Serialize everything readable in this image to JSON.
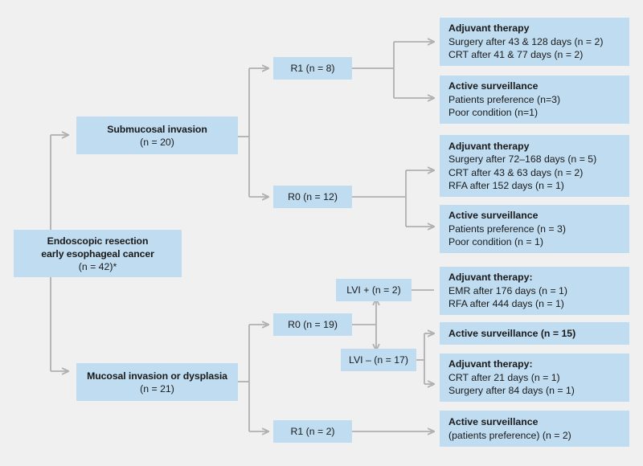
{
  "figure": {
    "type": "flowchart",
    "background_color": "#f0f0f0",
    "node_fill": "#bfdcf0",
    "edge_color": "#b0b0b0"
  },
  "root": {
    "line1": "Endoscopic resection",
    "line2": "early esophageal cancer",
    "line3": "(n = 42)*"
  },
  "branches": {
    "submucosal": {
      "title": "Submucosal invasion",
      "count": "(n = 20)"
    },
    "mucosal": {
      "title": "Mucosal invasion or dysplasia",
      "count": "(n = 21)"
    }
  },
  "resection_nodes": {
    "sm_r1": "R1 (n = 8)",
    "sm_r0": "R0 (n = 12)",
    "mu_r0": "R0 (n = 19)",
    "mu_r1": "R1 (n = 2)"
  },
  "lvi_nodes": {
    "lvi_pos": "LVI + (n = 2)",
    "lvi_neg": "LVI – (n = 17)"
  },
  "outcomes": {
    "sm_r1_adjuvant": {
      "heading": "Adjuvant therapy",
      "items": [
        "Surgery after 43 & 128 days (n = 2)",
        "CRT after 41 & 77 days (n = 2)"
      ]
    },
    "sm_r1_surveillance": {
      "heading": "Active surveillance",
      "items": [
        "Patients preference (n=3)",
        "Poor condition (n=1)"
      ]
    },
    "sm_r0_adjuvant": {
      "heading": "Adjuvant therapy",
      "items": [
        "Surgery after 72–168 days (n = 5)",
        "CRT after 43 & 63 days (n = 2)",
        "RFA after 152 days (n = 1)"
      ]
    },
    "sm_r0_surveillance": {
      "heading": "Active surveillance",
      "items": [
        "Patients preference (n = 3)",
        "Poor condition (n = 1)"
      ]
    },
    "lvi_pos_adjuvant": {
      "heading": "Adjuvant therapy:",
      "items": [
        "EMR after 176 days (n = 1)",
        "RFA after 444 days (n = 1)"
      ]
    },
    "lvi_neg_surveillance": {
      "heading": "Active surveillance (n = 15)"
    },
    "lvi_neg_adjuvant": {
      "heading": "Adjuvant therapy:",
      "items": [
        "CRT after 21 days (n = 1)",
        "Surgery after 84 days (n = 1)"
      ]
    },
    "mu_r1_surveillance": {
      "heading": "Active surveillance",
      "items": [
        "(patients preference) (n = 2)"
      ]
    }
  }
}
